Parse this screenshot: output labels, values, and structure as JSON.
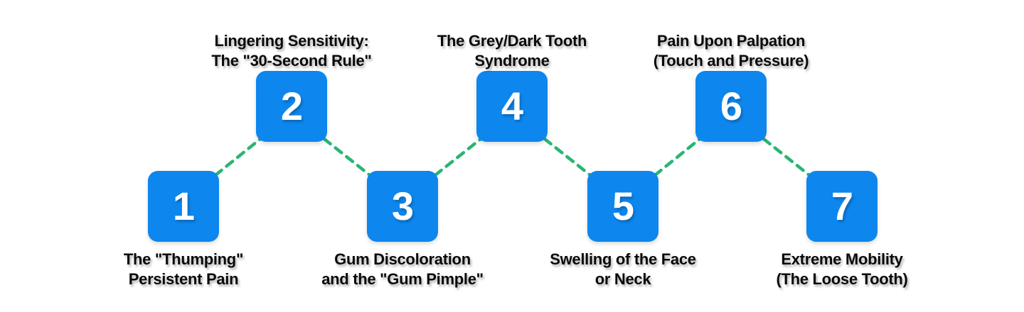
{
  "infographic": {
    "background_color": "#ffffff",
    "node_color": "#0d86ee",
    "number_color": "#ffffff",
    "connector_color": "#2ab573",
    "label_color": "#0a0a0a",
    "connector_style": "dashed",
    "steps": [
      {
        "number": "1",
        "label": "The \"Thumping\"\nPersistent Pain",
        "position": "low",
        "label_position": "below"
      },
      {
        "number": "2",
        "label": "Lingering Sensitivity:\nThe \"30-Second Rule\"",
        "position": "high",
        "label_position": "above"
      },
      {
        "number": "3",
        "label": "Gum Discoloration\nand the \"Gum Pimple\"",
        "position": "low",
        "label_position": "below"
      },
      {
        "number": "4",
        "label": "The Grey/Dark Tooth\nSyndrome",
        "position": "high",
        "label_position": "above"
      },
      {
        "number": "5",
        "label": "Swelling of the Face\nor Neck",
        "position": "low",
        "label_position": "below"
      },
      {
        "number": "6",
        "label": "Pain Upon Palpation\n(Touch and Pressure)",
        "position": "high",
        "label_position": "above"
      },
      {
        "number": "7",
        "label": "Extreme Mobility\n(The Loose Tooth)",
        "position": "low",
        "label_position": "below"
      }
    ]
  }
}
